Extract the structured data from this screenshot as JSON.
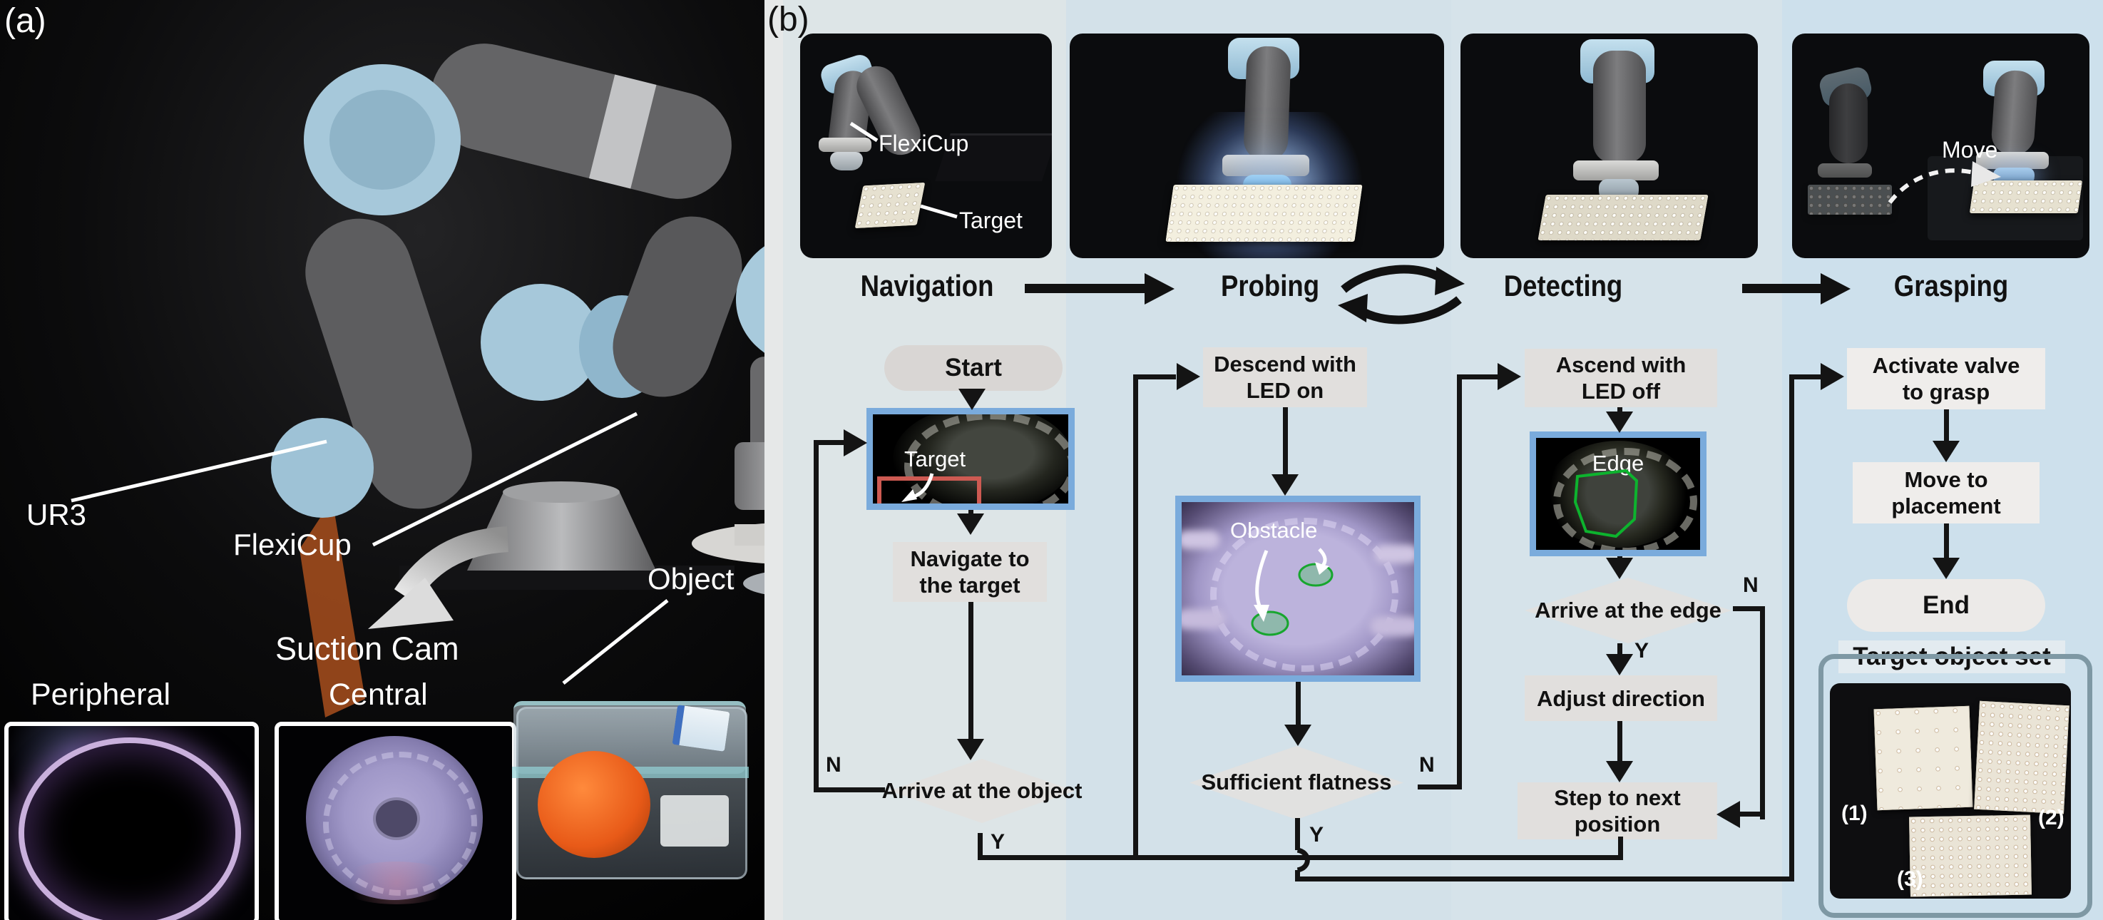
{
  "panel_a": {
    "tag": "(a)",
    "ur3": "UR3",
    "flexicup": "FlexiCup",
    "suction_cam": "Suction Cam",
    "object": "Object",
    "peripheral": "Peripheral",
    "central": "Central"
  },
  "panel_b": {
    "tag": "(b)",
    "stages": [
      {
        "label": "Navigation"
      },
      {
        "label": "Probing"
      },
      {
        "label": "Detecting"
      },
      {
        "label": "Grasping"
      }
    ],
    "photos": {
      "flexicup": "FlexiCup",
      "target": "Target",
      "move": "Move"
    }
  },
  "flow": {
    "navigation": {
      "start": "Start",
      "cam_label": "Target",
      "process": "Navigate to\nthe target",
      "decision": "Arrive at the object",
      "yes": "Y",
      "no": "N"
    },
    "probing": {
      "process": "Descend with\nLED on",
      "cam_label": "Obstacle",
      "decision": "Sufficient flatness",
      "yes": "Y",
      "no": "N"
    },
    "detecting": {
      "process": "Ascend with\nLED off",
      "cam_label": "Edge",
      "decision": "Arrive at the edge",
      "adjust": "Adjust direction",
      "step": "Step to next\nposition",
      "yes": "Y",
      "no": "N"
    },
    "grasping": {
      "activate": "Activate valve\nto grasp",
      "move": "Move to\nplacement",
      "end": "End",
      "set_title": "Target object set",
      "set_items": [
        {
          "label": "(1)"
        },
        {
          "label": "(2)"
        },
        {
          "label": "(3)"
        }
      ]
    }
  },
  "colors": {
    "cam_border_blue": "#7aabdc",
    "flow_line": "#141414",
    "target_box_red": "#cd5a52",
    "edge_outline_green": "#0db32e",
    "band_navigation": "#dde5e7",
    "band_probing": "#d3e1e9",
    "band_detecting": "#d6e3ea",
    "band_grasping": "#cde0ec",
    "set_border": "#7e98a4"
  }
}
